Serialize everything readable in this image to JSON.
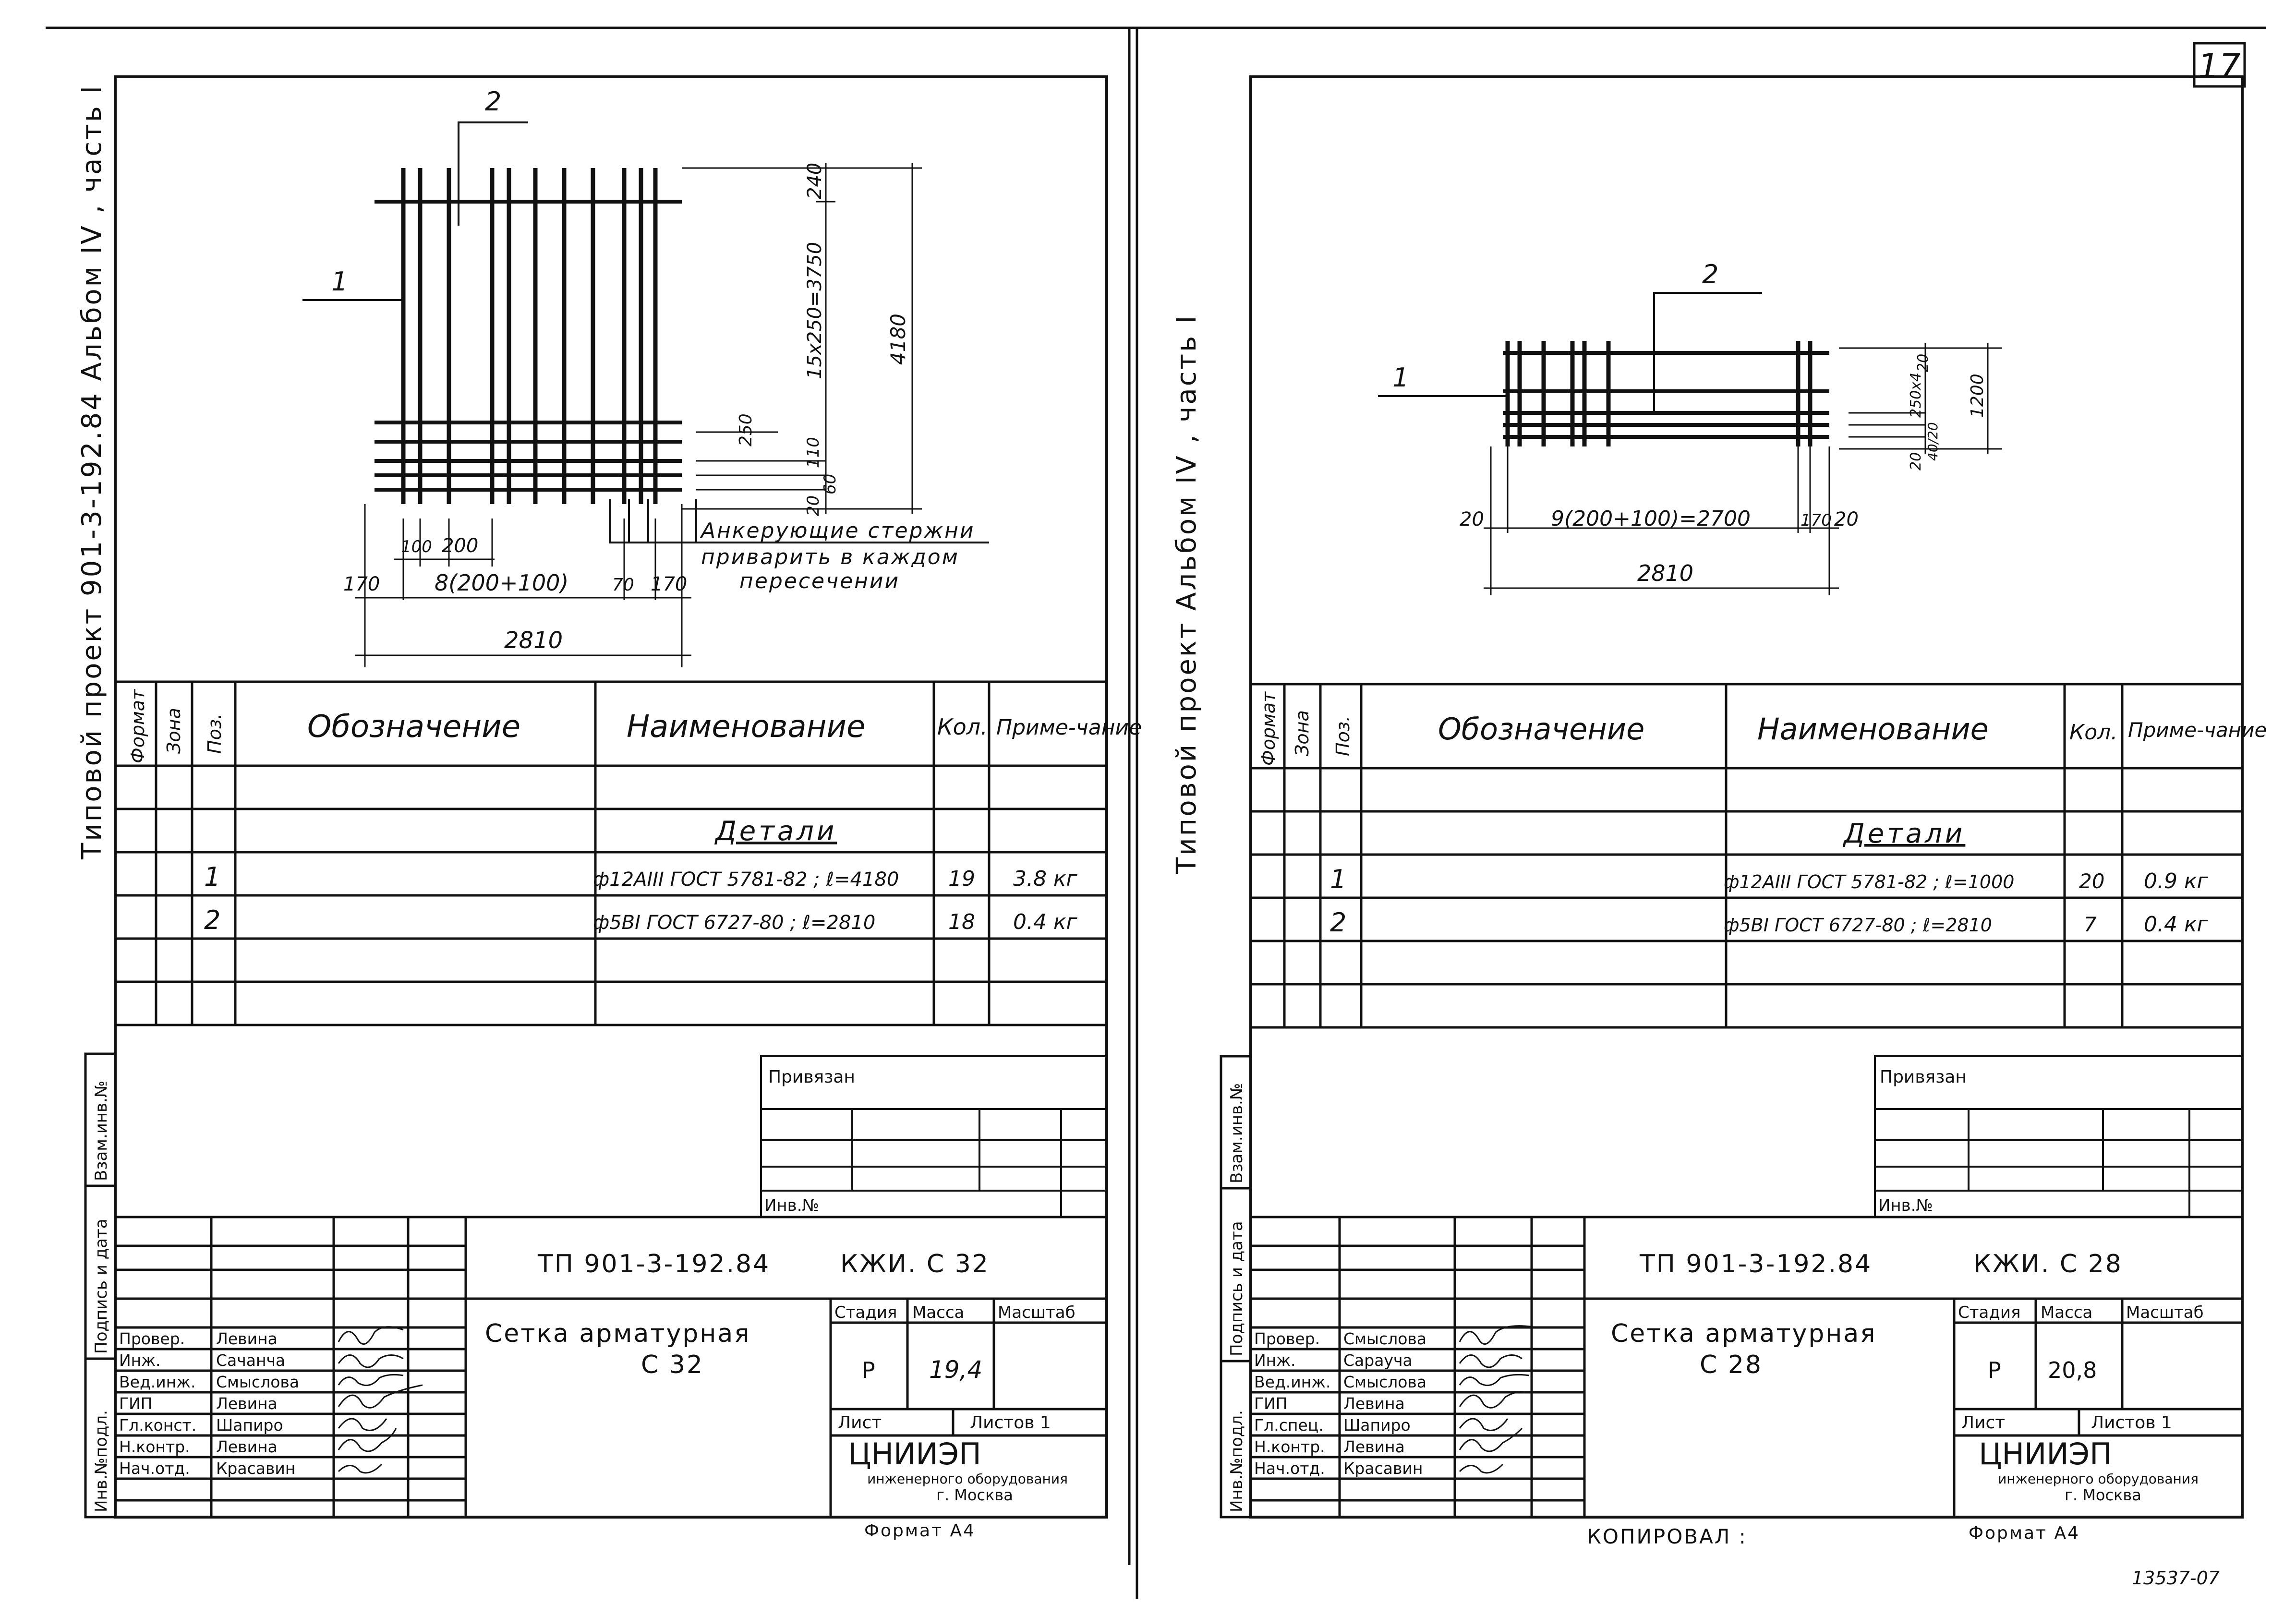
{
  "page_number": "17",
  "copied_label": "КОПИРОВАЛ :",
  "archive_number": "13537-07",
  "sheets": [
    {
      "id": "left",
      "side_title": "Типовой проект 901-3-192.84 Альбом IV , часть I",
      "drawing": {
        "pos_leader_1": "1",
        "pos_leader_2": "2",
        "note": [
          "Анкерующие стержни",
          "приварить в каждом",
          "пересечении"
        ],
        "dims": {
          "top_spacing": "240",
          "vertical_spacing": "15x250=3750",
          "total_height": "4180",
          "dim_250": "250",
          "dim_110": "110",
          "dim_60": "60",
          "dim_20": "20",
          "dim_100": "100",
          "dim_200": "200",
          "left_end": "170",
          "middle": "8(200+100)",
          "dim_70": "70",
          "right_end": "170",
          "total_width": "2810"
        }
      },
      "spec": {
        "headers": {
          "format": "Формат",
          "zone": "Зона",
          "pos": "Поз.",
          "designation": "Обозначение",
          "name": "Наименование",
          "qty": "Кол.",
          "note": "Приме-чание"
        },
        "section_title": "Детали",
        "rows": [
          {
            "pos": "1",
            "name": "ф12АIII ГОСТ 5781-82 ; ℓ=4180",
            "qty": "19",
            "note": "3.8 кг"
          },
          {
            "pos": "2",
            "name": "ф5ВI ГОСТ 6727-80 ; ℓ=2810",
            "qty": "18",
            "note": "0.4 кг"
          }
        ]
      },
      "stamp": {
        "attached_label": "Привязан",
        "inv_label": "Инв.№",
        "project_code": "ТП 901-3-192.84",
        "mark": "КЖИ. С 32",
        "title_line1": "Сетка арматурная",
        "title_line2": "С 32",
        "stage_label": "Стадия",
        "mass_label": "Масса",
        "scale_label": "Масштаб",
        "stage": "Р",
        "mass": "19,4",
        "sheet_label": "Лист",
        "sheets_label": "Листов 1",
        "org_name": "ЦНИИЭП",
        "org_desc": "инженерного оборудования",
        "org_city": "г. Москва",
        "format_label": "Формат А4",
        "roles": [
          {
            "role": "Провер.",
            "name": "Левина"
          },
          {
            "role": "Инж.",
            "name": "Сачанча"
          },
          {
            "role": "Вед.инж.",
            "name": "Смыслова"
          },
          {
            "role": "ГИП",
            "name": "Левина"
          },
          {
            "role": "Гл.конст.",
            "name": "Шапиро"
          },
          {
            "role": "Н.контр.",
            "name": "Левина"
          },
          {
            "role": "Нач.отд.",
            "name": "Красавин"
          }
        ],
        "side_labels": {
          "inv_orig": "Инв.№подл.",
          "sign_date": "Подпись и дата",
          "replace_inv": "Взам.инв.№"
        }
      }
    },
    {
      "id": "right",
      "side_title": "Типовой проект Альбом IV , часть I",
      "drawing": {
        "pos_leader_1": "1",
        "pos_leader_2": "2",
        "note": [],
        "dims": {
          "top_spacing": "20",
          "vertical_spacing": "250x4",
          "total_height": "1200",
          "dim_small_a": "20",
          "dim_small_b": "40/20",
          "left_end": "20",
          "middle": "9(200+100)=2700",
          "dim_170": "170",
          "right_end": "20",
          "total_width": "2810"
        }
      },
      "spec": {
        "headers": {
          "format": "Формат",
          "zone": "Зона",
          "pos": "Поз.",
          "designation": "Обозначение",
          "name": "Наименование",
          "qty": "Кол.",
          "note": "Приме-чание"
        },
        "section_title": "Детали",
        "rows": [
          {
            "pos": "1",
            "name": "ф12АIII ГОСТ 5781-82 ; ℓ=1000",
            "qty": "20",
            "note": "0.9 кг"
          },
          {
            "pos": "2",
            "name": "ф5ВI ГОСТ 6727-80 ; ℓ=2810",
            "qty": "7",
            "note": "0.4 кг"
          }
        ]
      },
      "stamp": {
        "attached_label": "Привязан",
        "inv_label": "Инв.№",
        "project_code": "ТП 901-3-192.84",
        "mark": "КЖИ. С 28",
        "title_line1": "Сетка арматурная",
        "title_line2": "С 28",
        "stage_label": "Стадия",
        "mass_label": "Масса",
        "scale_label": "Масштаб",
        "stage": "Р",
        "mass": "20,8",
        "sheet_label": "Лист",
        "sheets_label": "Листов 1",
        "org_name": "ЦНИИЭП",
        "org_desc": "инженерного оборудования",
        "org_city": "г. Москва",
        "format_label": "Формат А4",
        "roles": [
          {
            "role": "Провер.",
            "name": "Смыслова"
          },
          {
            "role": "Инж.",
            "name": "Сарауча"
          },
          {
            "role": "Вед.инж.",
            "name": "Смыслова"
          },
          {
            "role": "ГИП",
            "name": "Левина"
          },
          {
            "role": "Гл.спец.",
            "name": "Шапиро"
          },
          {
            "role": "Н.контр.",
            "name": "Левина"
          },
          {
            "role": "Нач.отд.",
            "name": "Красавин"
          }
        ],
        "side_labels": {
          "inv_orig": "Инв.№подл.",
          "sign_date": "Подпись и дата",
          "replace_inv": "Взам.инв.№"
        }
      }
    }
  ]
}
